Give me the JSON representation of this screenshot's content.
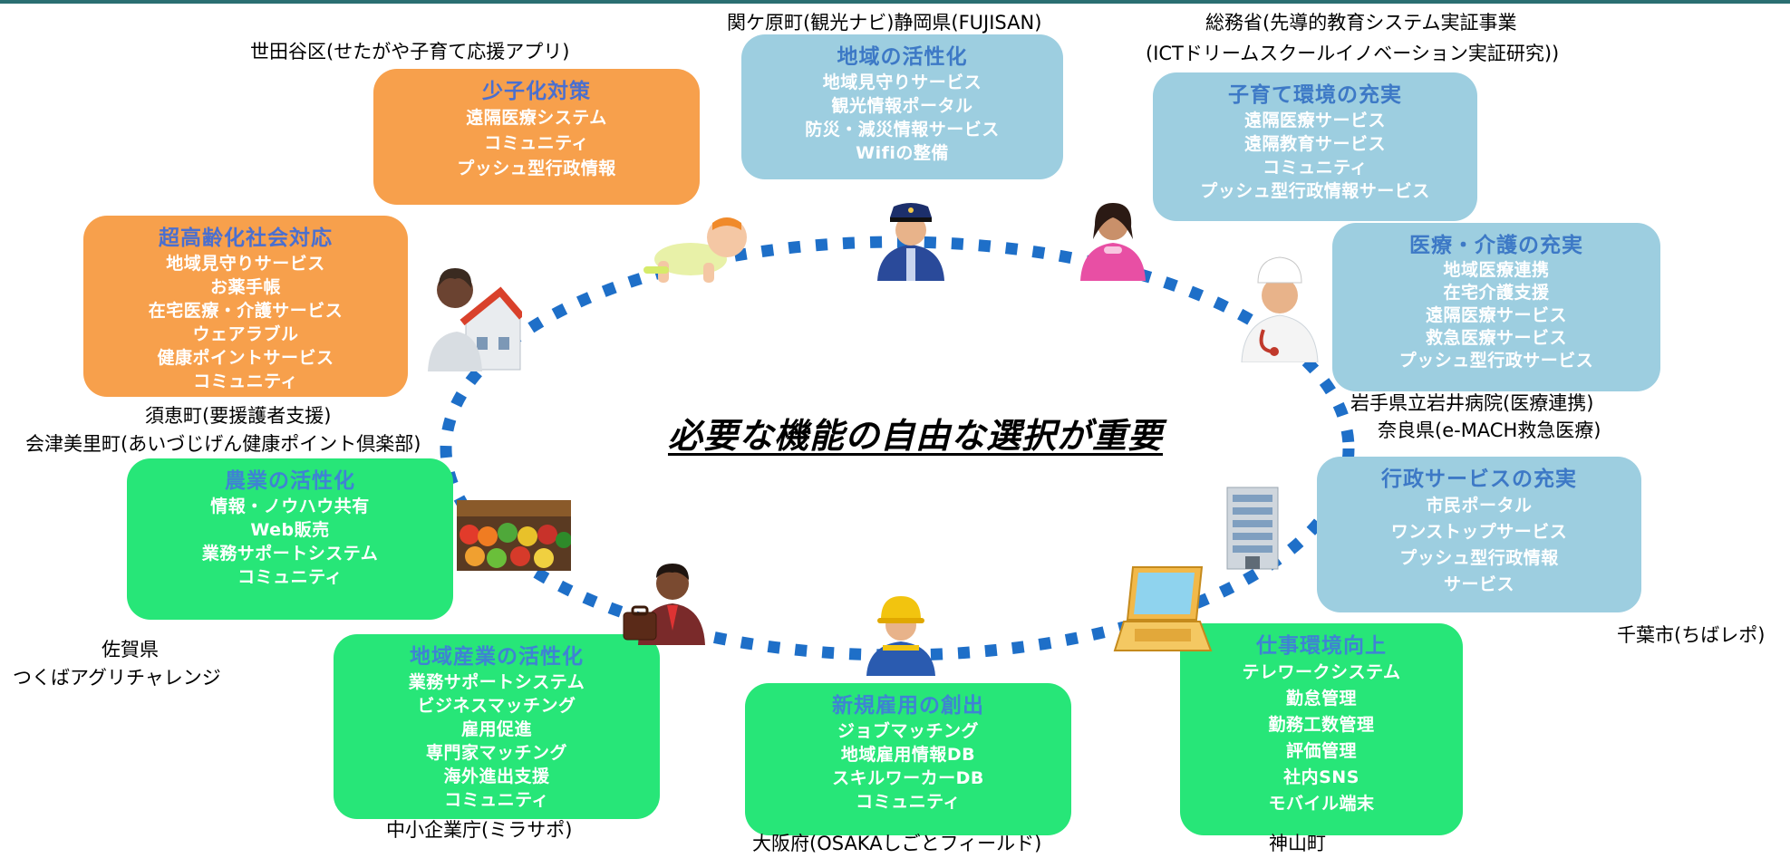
{
  "center_message": "必要な機能の自由な選択が重要",
  "boxes": {
    "shoshika": {
      "title": "少子化対策",
      "items": [
        "遠隔医療システム",
        "コミュニティ",
        "プッシュ型行政情報"
      ]
    },
    "chiiki": {
      "title": "地域の活性化",
      "items": [
        "地域見守りサービス",
        "観光情報ポータル",
        "防災・減災情報サービス",
        "Wifiの整備"
      ]
    },
    "kosodate": {
      "title": "子育て環境の充実",
      "items": [
        "遠隔医療サービス",
        "遠隔教育サービス",
        "コミュニティ",
        "プッシュ型行政情報サービス"
      ]
    },
    "chokoreika": {
      "title": "超高齢化社会対応",
      "items": [
        "地域見守りサービス",
        "お薬手帳",
        "在宅医療・介護サービス",
        "ウェアラブル",
        "健康ポイントサービス",
        "コミュニティ"
      ]
    },
    "iryo": {
      "title": "医療・介護の充実",
      "items": [
        "地域医療連携",
        "在宅介護支援",
        "遠隔医療サービス",
        "救急医療サービス",
        "プッシュ型行政サービス"
      ]
    },
    "nogyo": {
      "title": "農業の活性化",
      "items": [
        "情報・ノウハウ共有",
        "Web販売",
        "業務サポートシステム",
        "コミュニティ"
      ]
    },
    "gyosei": {
      "title": "行政サービスの充実",
      "items": [
        "市民ポータル",
        "ワンストップサービス",
        "プッシュ型行政情報",
        "サービス"
      ]
    },
    "sangyo": {
      "title": "地域産業の活性化",
      "items": [
        "業務サポートシステム",
        "ビジネスマッチング",
        "雇用促進",
        "専門家マッチング",
        "海外進出支援",
        "コミュニティ"
      ]
    },
    "koyo": {
      "title": "新規雇用の創出",
      "items": [
        "ジョブマッチング",
        "地域雇用情報DB",
        "スキルワーカーDB",
        "コミュニティ"
      ]
    },
    "shigoto": {
      "title": "仕事環境向上",
      "items": [
        "テレワークシステム",
        "勤怠管理",
        "勤務工数管理",
        "評価管理",
        "社内SNS",
        "モバイル端末"
      ]
    }
  },
  "captions": {
    "setagaya": "世田谷区(せたがや子育て応援アプリ)",
    "sekigahara": "関ケ原町(観光ナビ)静岡県(FUJISAN)",
    "somusho_1": "総務省(先導的教育システム実証事業",
    "somusho_2": "(ICTドリームスクールイノベーション実証研究))",
    "sue": "須恵町(要援護者支援)",
    "aizu": "会津美里町(あいづじげん健康ポイント倶楽部)",
    "iwate": "岩手県立岩井病院(医療連携)",
    "nara": "奈良県(e-MACH救急医療)",
    "saga": "佐賀県",
    "tsukuba": "つくばアグリチャレンジ",
    "chiba": "千葉市(ちばレポ)",
    "chusho": "中小企業庁(ミラサポ)",
    "osaka": "大阪府(OSAKAしごとフィールド)",
    "kamiyama": "神山町"
  },
  "colors": {
    "orange": "#f7a04c",
    "blue": "#9dcee0",
    "green": "#27e678",
    "ring": "#1e6fc8"
  },
  "icons": [
    "baby-icon",
    "police-officer-icon",
    "mother-icon",
    "doctor-icon",
    "elderly-house-icon",
    "vegetables-icon",
    "office-building-icon",
    "laptop-icon",
    "businessman-icon",
    "construction-worker-icon"
  ]
}
